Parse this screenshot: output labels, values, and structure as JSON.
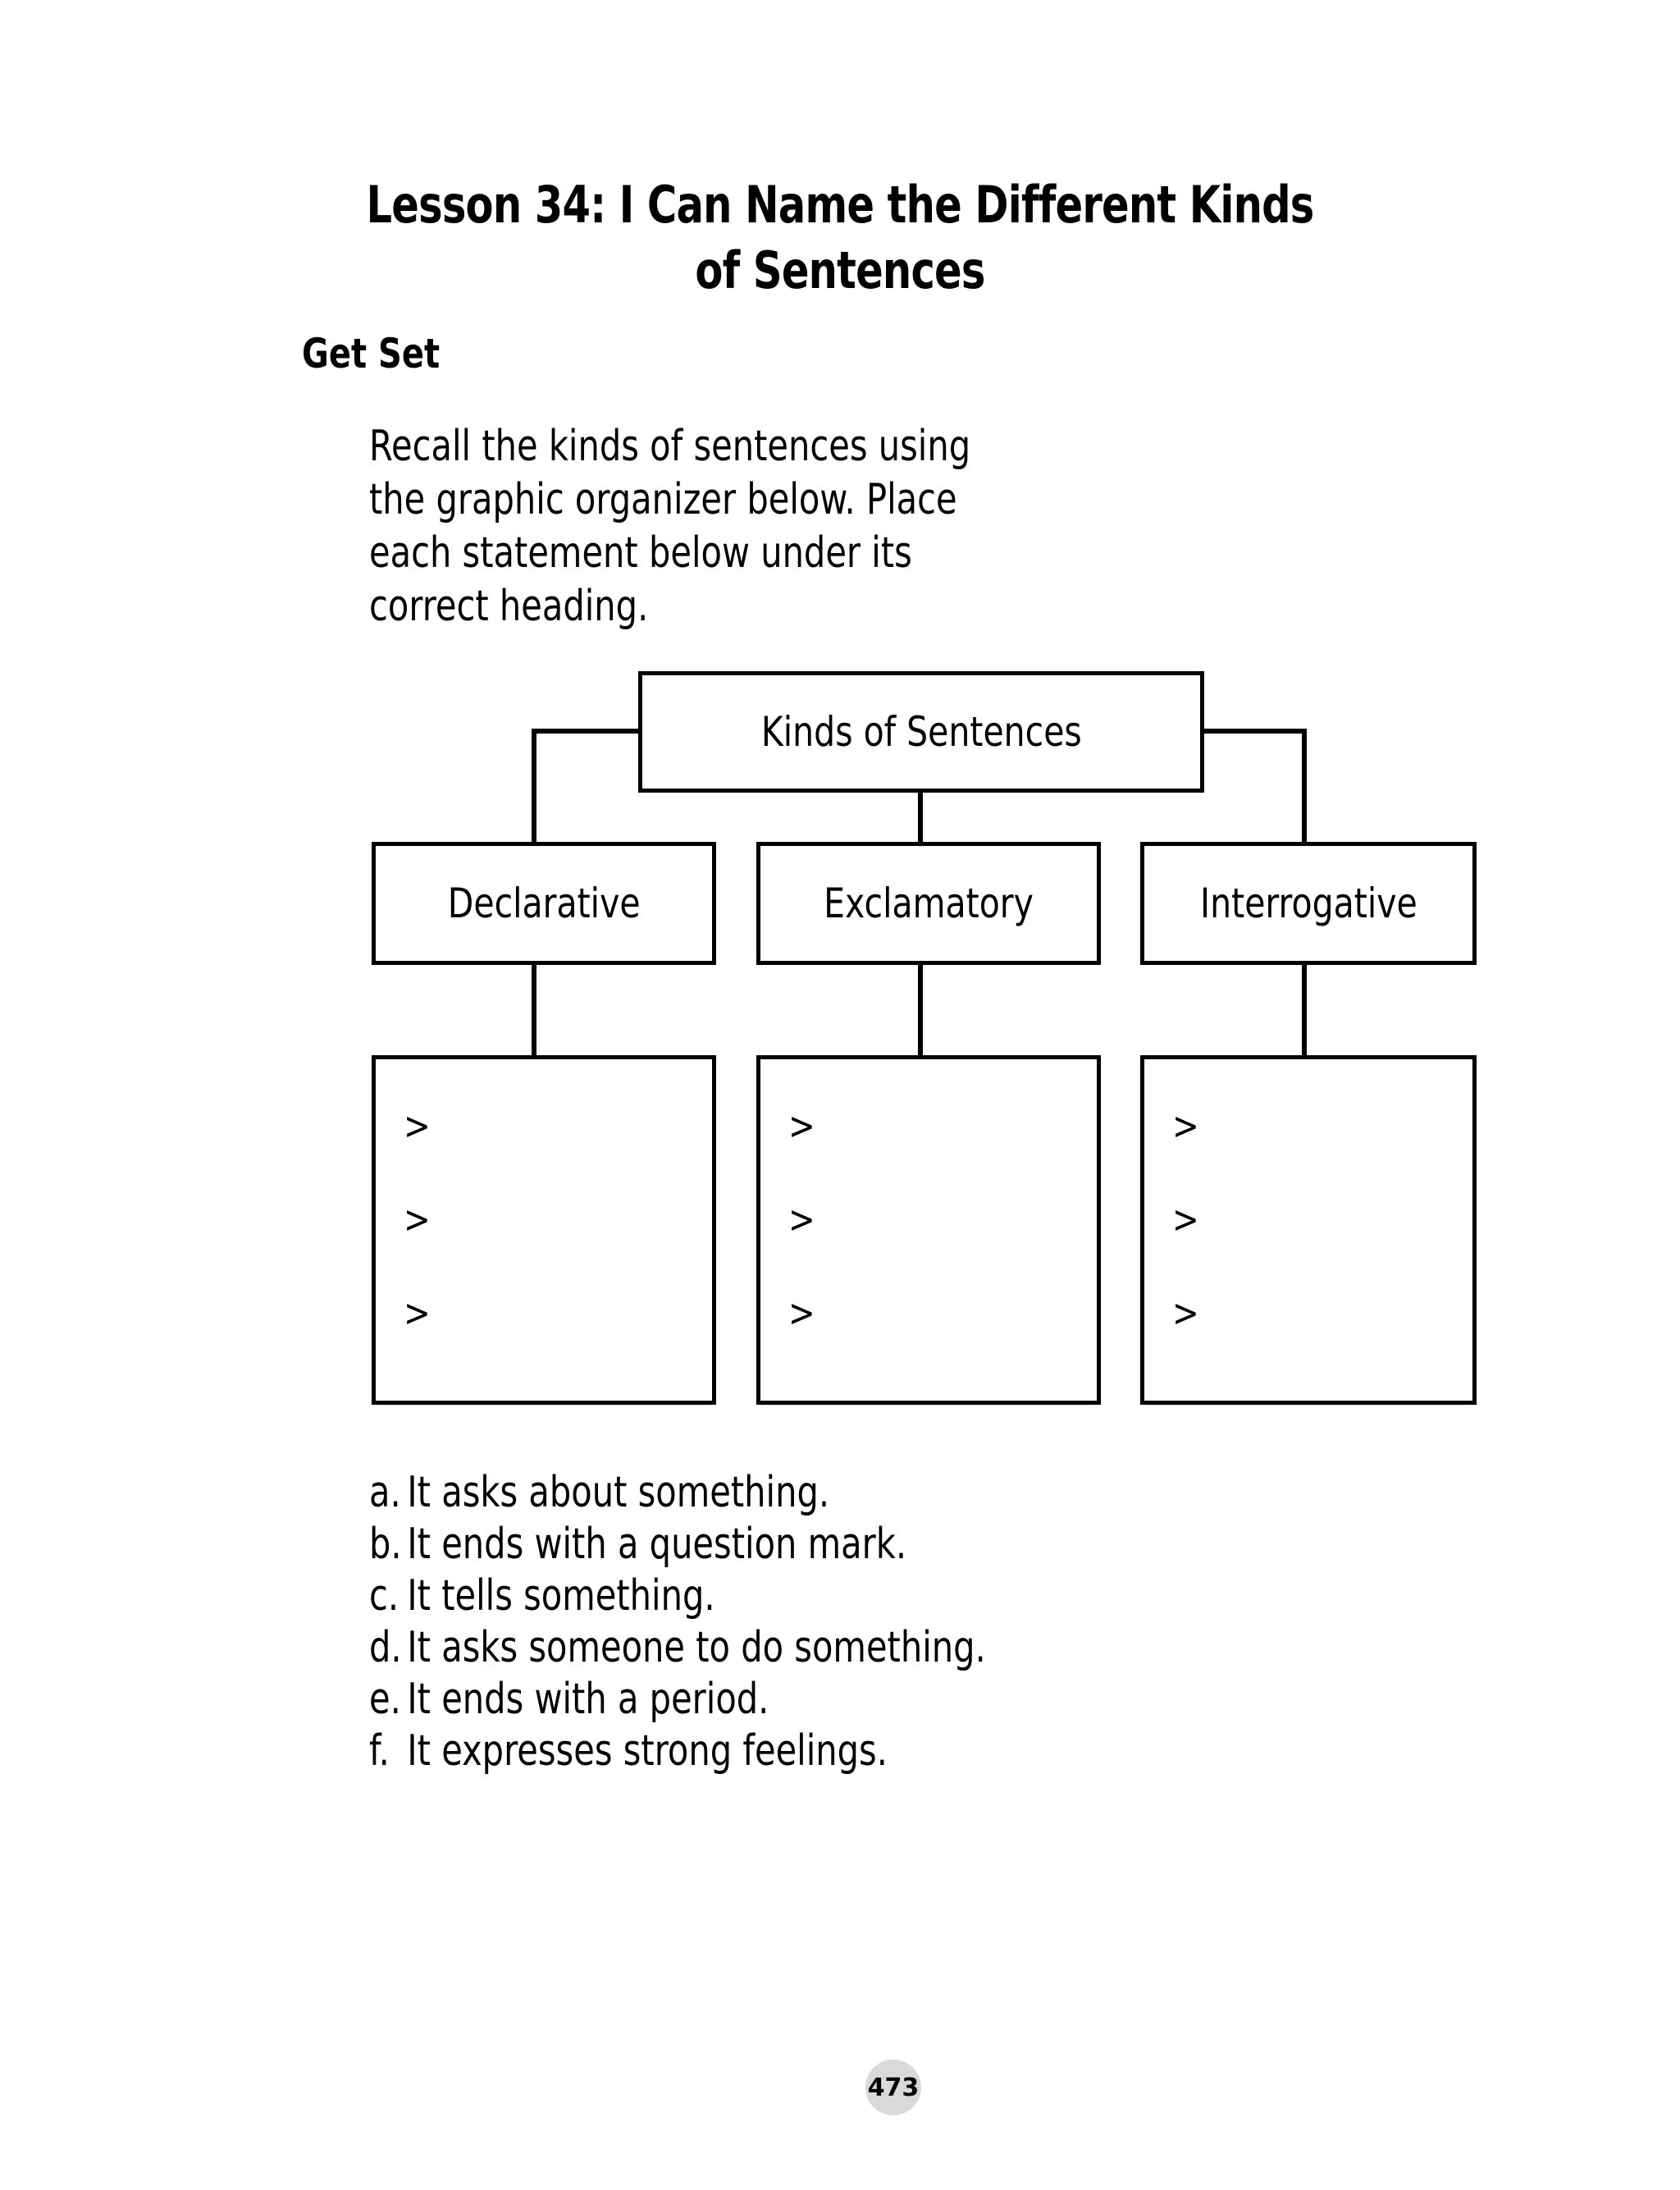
{
  "lesson": {
    "title_line1": "Lesson 34: I Can Name the Different Kinds",
    "title_line2": "of Sentences",
    "section_heading": "Get Set",
    "instructions": "Recall the kinds of sentences using the graphic organizer below. Place each statement below under its correct heading."
  },
  "organizer": {
    "root_label": "Kinds of Sentences",
    "categories": [
      {
        "label": "Declarative",
        "bullets": [
          ">",
          ">",
          ">"
        ]
      },
      {
        "label": "Exclamatory",
        "bullets": [
          ">",
          ">",
          ">"
        ]
      },
      {
        "label": "Interrogative",
        "bullets": [
          ">",
          ">",
          ">"
        ]
      }
    ]
  },
  "statements": [
    {
      "letter": "a.",
      "text": "It asks about something."
    },
    {
      "letter": "b.",
      "text": "It ends with a question mark."
    },
    {
      "letter": "c.",
      "text": "It tells something."
    },
    {
      "letter": "d.",
      "text": "It asks someone to do something."
    },
    {
      "letter": "e.",
      "text": "It ends with a period."
    },
    {
      "letter": "f.",
      "text": "It expresses strong feelings."
    }
  ],
  "footer": {
    "page_number": "473"
  },
  "colors": {
    "ink": "#000000",
    "paper": "#ffffff",
    "page_badge": "#d9d9d9"
  }
}
